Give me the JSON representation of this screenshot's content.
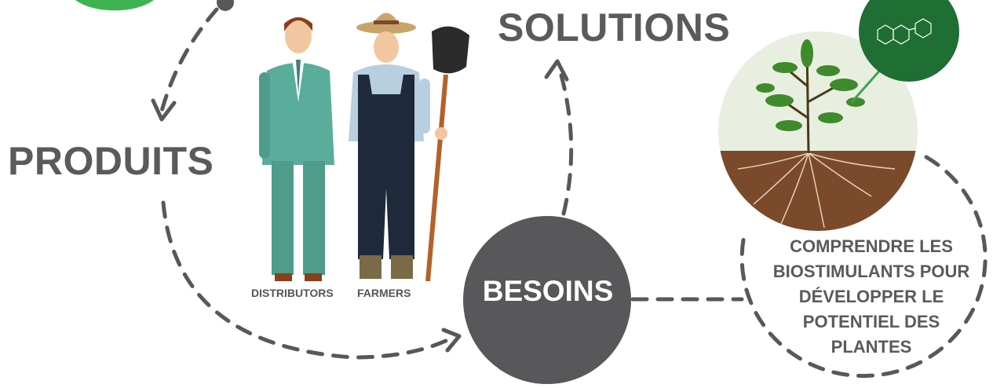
{
  "labels": {
    "produits": "PRODUITS",
    "solutions": "SOLUTIONS",
    "besoins": "BESOINS",
    "distributors": "DISTRIBUTORS",
    "farmers": "FARMERS"
  },
  "biostimulant_text": {
    "lines": [
      "COMPRENDRE LES",
      "BIOSTIMULANTS POUR",
      "DÉVELOPPER LE",
      "POTENTIEL DES",
      "PLANTES"
    ]
  },
  "colors": {
    "label_gray": "#5a5a5b",
    "besoins_circle": "#58585a",
    "suit_teal": "#5aad9a",
    "overalls_navy": "#1e2a3c",
    "soil_brown": "#7a4a2a",
    "leaf_green": "#3f8a2a",
    "molecule_green": "#1f6e33",
    "top_left_circle": "#3fb34f"
  },
  "icons": [
    "distributor-figure-icon",
    "farmer-figure-icon",
    "plant-roots-icon",
    "molecule-icon"
  ]
}
